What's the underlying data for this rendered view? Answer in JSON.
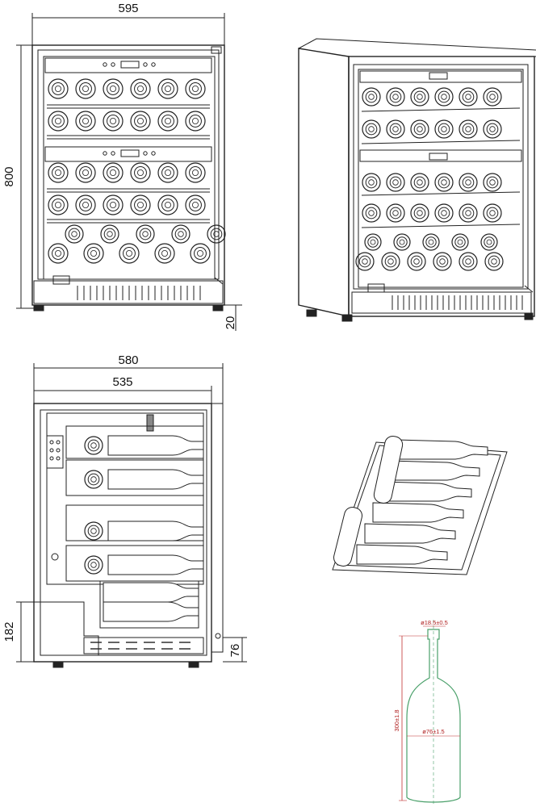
{
  "dimensions": {
    "width_front": "595",
    "height": "800",
    "feet_height": "20",
    "depth_total": "580",
    "depth_body": "535",
    "plinth_height": "182",
    "plinth_depth": "76"
  },
  "bottle": {
    "neck_diameter": "ø18.5±0.5",
    "body_diameter": "ø76±1.5",
    "height": "300±1.8"
  },
  "colors": {
    "line": "#222222",
    "bottle_outline": "#4aa06a",
    "bottle_dim": "#c03030"
  }
}
